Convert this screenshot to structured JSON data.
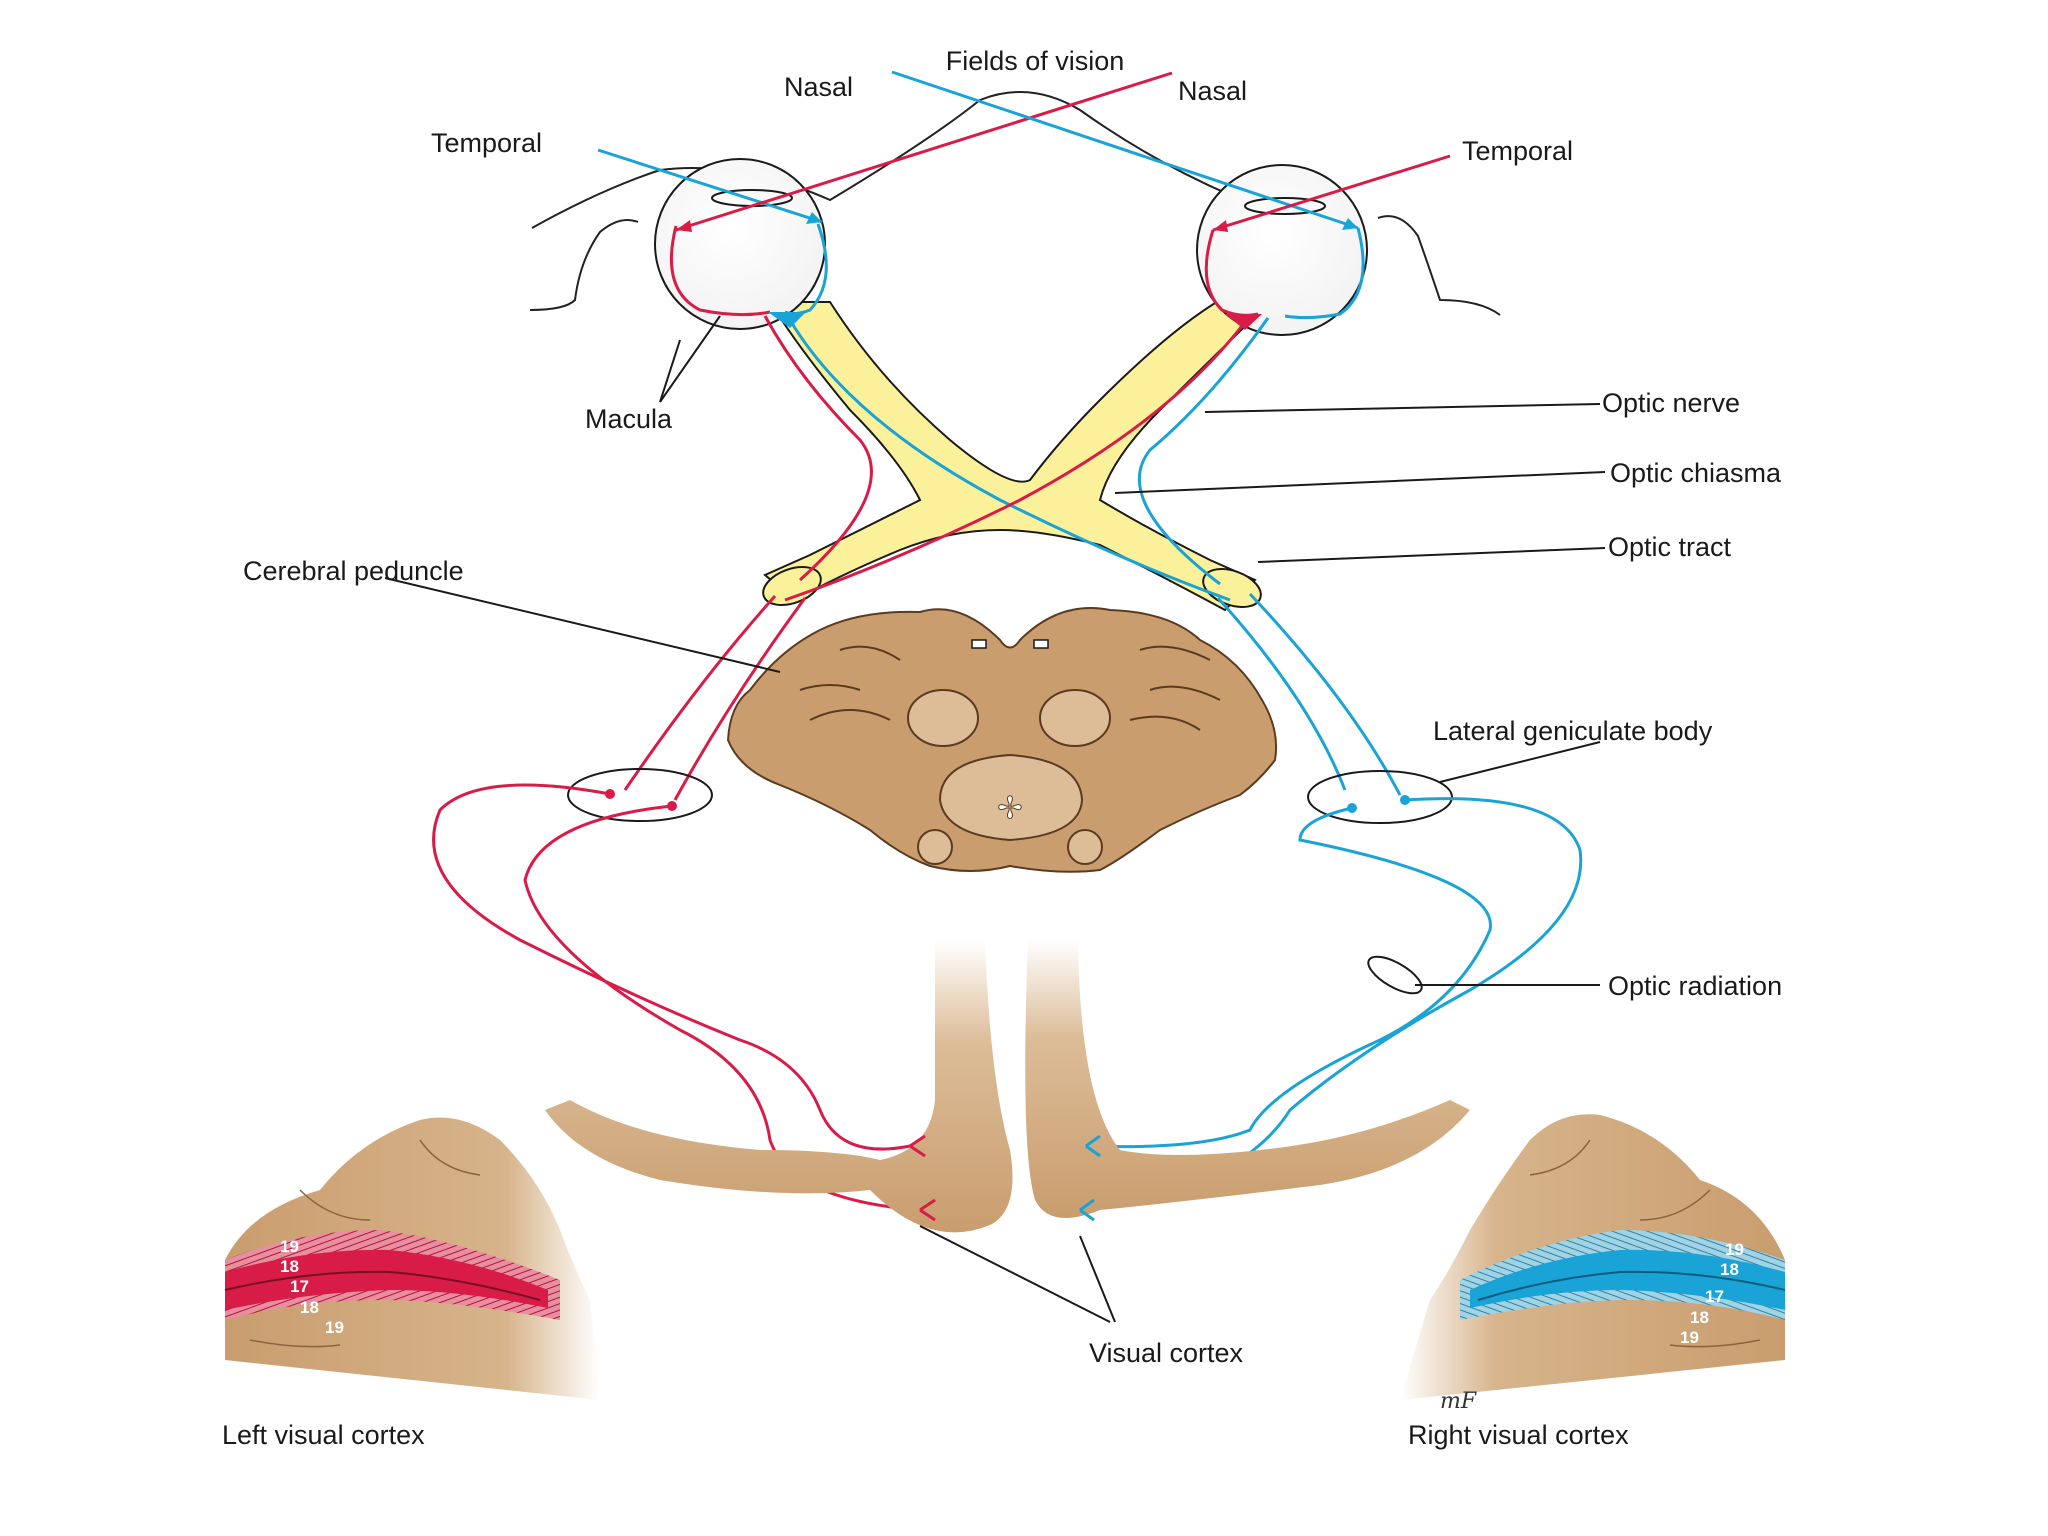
{
  "labels": {
    "fields_of_vision": "Fields of vision",
    "nasal_left": "Nasal",
    "nasal_right": "Nasal",
    "temporal_left": "Temporal",
    "temporal_right": "Temporal",
    "macula": "Macula",
    "optic_nerve": "Optic nerve",
    "optic_chiasma": "Optic chiasma",
    "optic_tract": "Optic tract",
    "cerebral_peduncle": "Cerebral peduncle",
    "lateral_geniculate_body": "Lateral geniculate body",
    "optic_radiation": "Optic radiation",
    "visual_cortex": "Visual cortex",
    "left_visual_cortex": "Left visual cortex",
    "right_visual_cortex": "Right visual cortex",
    "signature": "mF"
  },
  "cortex_areas": {
    "left": [
      "19",
      "18",
      "17",
      "18",
      "19"
    ],
    "right": [
      "19",
      "18",
      "17",
      "18",
      "19"
    ]
  },
  "colors": {
    "left_pathway": "#d91c47",
    "right_pathway": "#19a3d6",
    "optic_structure": "#fbf19a",
    "brain_tissue": "#c99d6e"
  }
}
